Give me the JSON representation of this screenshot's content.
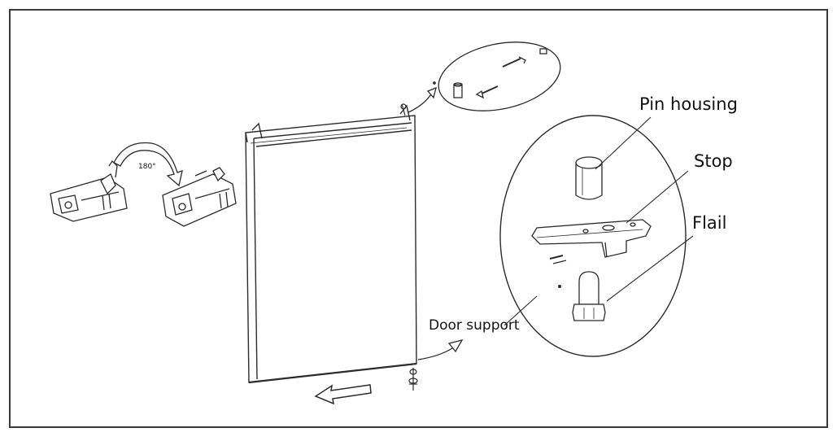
{
  "labels": {
    "pin_housing": "Pin housing",
    "stop": "Stop",
    "flail": "Flail",
    "door_support": "Door support",
    "rotation": "180°"
  },
  "colors": {
    "line": "#2b2b2b",
    "frame": "#3a3a3a",
    "background": "#ffffff"
  }
}
